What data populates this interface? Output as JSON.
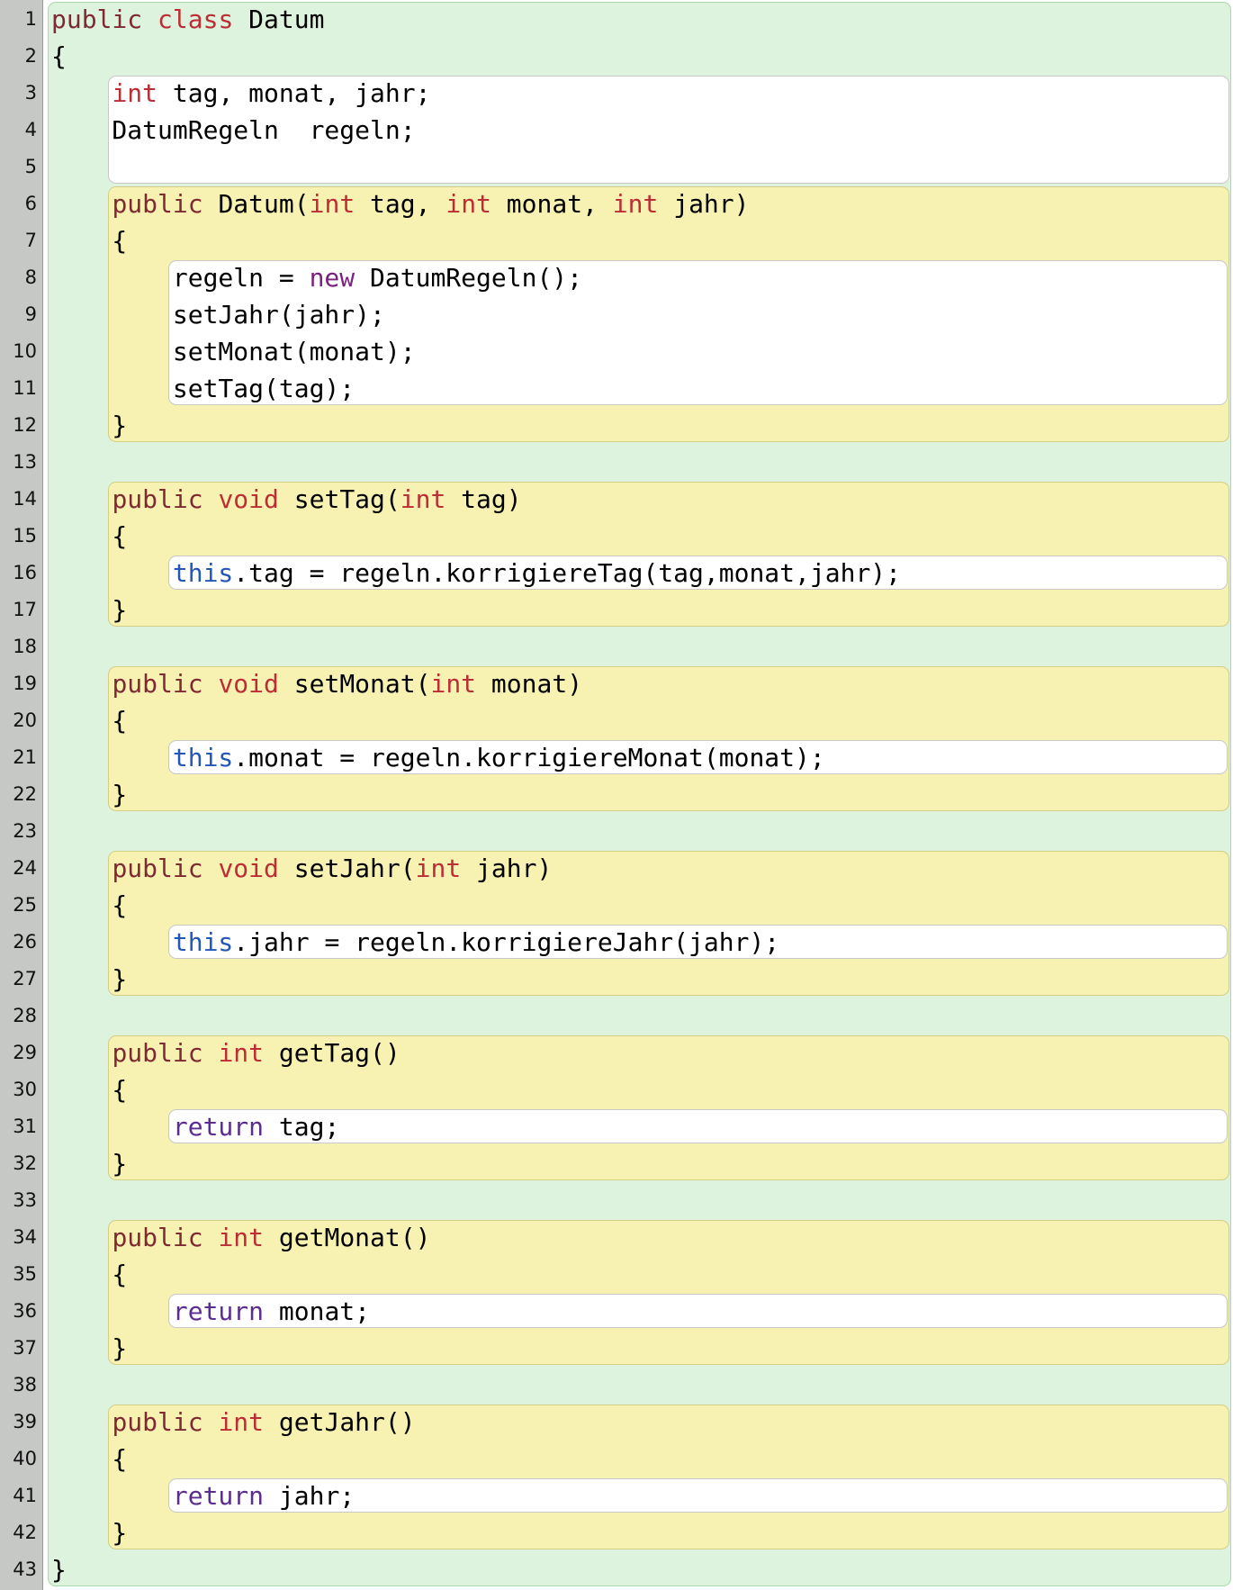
{
  "editor": {
    "app": "code-editor",
    "language": "java",
    "class_name": "Datum",
    "total_lines": 43,
    "colors": {
      "gutter_bg": "#c6c8c6",
      "gutter_border": "#979997",
      "gutter_text": "#111111",
      "class_fill": "#ddf3dd",
      "class_border": "#a9d9a9",
      "method_fill": "#f7f2b2",
      "method_border": "#d5cd85",
      "stmt_fill": "#ffffff",
      "stmt_border": "#c8c8c8",
      "k1": "#7f2a33",
      "k2": "#bc2d34",
      "th": "#2357b5",
      "nw": "#7d1f7d",
      "rt": "#5b2d90",
      "plain": "#000000"
    },
    "scopes": {
      "class_box": {
        "start": 1,
        "end": 43,
        "level": 0,
        "type": "class"
      },
      "boxes": [
        {
          "start": 3,
          "end": 5,
          "level": 1,
          "type": "stmt"
        },
        {
          "start": 6,
          "end": 12,
          "level": 1,
          "type": "method"
        },
        {
          "start": 8,
          "end": 11,
          "level": 2,
          "type": "stmt"
        },
        {
          "start": 14,
          "end": 17,
          "level": 1,
          "type": "method"
        },
        {
          "start": 16,
          "end": 16,
          "level": 2,
          "type": "stmt"
        },
        {
          "start": 19,
          "end": 22,
          "level": 1,
          "type": "method"
        },
        {
          "start": 21,
          "end": 21,
          "level": 2,
          "type": "stmt"
        },
        {
          "start": 24,
          "end": 27,
          "level": 1,
          "type": "method"
        },
        {
          "start": 26,
          "end": 26,
          "level": 2,
          "type": "stmt"
        },
        {
          "start": 29,
          "end": 32,
          "level": 1,
          "type": "method"
        },
        {
          "start": 31,
          "end": 31,
          "level": 2,
          "type": "stmt"
        },
        {
          "start": 34,
          "end": 37,
          "level": 1,
          "type": "method"
        },
        {
          "start": 36,
          "end": 36,
          "level": 2,
          "type": "stmt"
        },
        {
          "start": 39,
          "end": 42,
          "level": 1,
          "type": "method"
        },
        {
          "start": 41,
          "end": 41,
          "level": 2,
          "type": "stmt"
        }
      ]
    },
    "lines": [
      {
        "n": 1,
        "s": [
          [
            "public",
            "k1"
          ],
          [
            " "
          ],
          [
            "class",
            "k2"
          ],
          [
            " Datum"
          ]
        ]
      },
      {
        "n": 2,
        "s": [
          [
            "{"
          ]
        ]
      },
      {
        "n": 3,
        "s": [
          [
            "    "
          ],
          [
            "int",
            "k2"
          ],
          [
            " tag, monat, jahr;"
          ]
        ]
      },
      {
        "n": 4,
        "s": [
          [
            "    DatumRegeln  regeln;"
          ]
        ]
      },
      {
        "n": 5,
        "s": []
      },
      {
        "n": 6,
        "s": [
          [
            "    "
          ],
          [
            "public",
            "k1"
          ],
          [
            " Datum("
          ],
          [
            "int",
            "k2"
          ],
          [
            " tag, "
          ],
          [
            "int",
            "k2"
          ],
          [
            " monat, "
          ],
          [
            "int",
            "k2"
          ],
          [
            " jahr)"
          ]
        ]
      },
      {
        "n": 7,
        "s": [
          [
            "    {"
          ]
        ]
      },
      {
        "n": 8,
        "s": [
          [
            "        regeln = "
          ],
          [
            "new",
            "nw"
          ],
          [
            " DatumRegeln();"
          ]
        ]
      },
      {
        "n": 9,
        "s": [
          [
            "        setJahr(jahr);"
          ]
        ]
      },
      {
        "n": 10,
        "s": [
          [
            "        setMonat(monat);"
          ]
        ]
      },
      {
        "n": 11,
        "s": [
          [
            "        setTag(tag);"
          ]
        ]
      },
      {
        "n": 12,
        "s": [
          [
            "    }"
          ]
        ]
      },
      {
        "n": 13,
        "s": []
      },
      {
        "n": 14,
        "s": [
          [
            "    "
          ],
          [
            "public",
            "k1"
          ],
          [
            " "
          ],
          [
            "void",
            "k2"
          ],
          [
            " setTag("
          ],
          [
            "int",
            "k2"
          ],
          [
            " tag)"
          ]
        ]
      },
      {
        "n": 15,
        "s": [
          [
            "    {"
          ]
        ]
      },
      {
        "n": 16,
        "s": [
          [
            "        "
          ],
          [
            "this",
            "th"
          ],
          [
            ".tag = regeln.korrigiereTag(tag,monat,jahr);"
          ]
        ]
      },
      {
        "n": 17,
        "s": [
          [
            "    }"
          ]
        ]
      },
      {
        "n": 18,
        "s": []
      },
      {
        "n": 19,
        "s": [
          [
            "    "
          ],
          [
            "public",
            "k1"
          ],
          [
            " "
          ],
          [
            "void",
            "k2"
          ],
          [
            " setMonat("
          ],
          [
            "int",
            "k2"
          ],
          [
            " monat)"
          ]
        ]
      },
      {
        "n": 20,
        "s": [
          [
            "    {"
          ]
        ]
      },
      {
        "n": 21,
        "s": [
          [
            "        "
          ],
          [
            "this",
            "th"
          ],
          [
            ".monat = regeln.korrigiereMonat(monat);"
          ]
        ]
      },
      {
        "n": 22,
        "s": [
          [
            "    }"
          ]
        ]
      },
      {
        "n": 23,
        "s": []
      },
      {
        "n": 24,
        "s": [
          [
            "    "
          ],
          [
            "public",
            "k1"
          ],
          [
            " "
          ],
          [
            "void",
            "k2"
          ],
          [
            " setJahr("
          ],
          [
            "int",
            "k2"
          ],
          [
            " jahr)"
          ]
        ]
      },
      {
        "n": 25,
        "s": [
          [
            "    {"
          ]
        ]
      },
      {
        "n": 26,
        "s": [
          [
            "        "
          ],
          [
            "this",
            "th"
          ],
          [
            ".jahr = regeln.korrigiereJahr(jahr);"
          ]
        ]
      },
      {
        "n": 27,
        "s": [
          [
            "    }"
          ]
        ]
      },
      {
        "n": 28,
        "s": []
      },
      {
        "n": 29,
        "s": [
          [
            "    "
          ],
          [
            "public",
            "k1"
          ],
          [
            " "
          ],
          [
            "int",
            "k2"
          ],
          [
            " getTag()"
          ]
        ]
      },
      {
        "n": 30,
        "s": [
          [
            "    {"
          ]
        ]
      },
      {
        "n": 31,
        "s": [
          [
            "        "
          ],
          [
            "return",
            "rt"
          ],
          [
            " tag;"
          ]
        ]
      },
      {
        "n": 32,
        "s": [
          [
            "    }"
          ]
        ]
      },
      {
        "n": 33,
        "s": []
      },
      {
        "n": 34,
        "s": [
          [
            "    "
          ],
          [
            "public",
            "k1"
          ],
          [
            " "
          ],
          [
            "int",
            "k2"
          ],
          [
            " getMonat()"
          ]
        ]
      },
      {
        "n": 35,
        "s": [
          [
            "    {"
          ]
        ]
      },
      {
        "n": 36,
        "s": [
          [
            "        "
          ],
          [
            "return",
            "rt"
          ],
          [
            " monat;"
          ]
        ]
      },
      {
        "n": 37,
        "s": [
          [
            "    }"
          ]
        ]
      },
      {
        "n": 38,
        "s": []
      },
      {
        "n": 39,
        "s": [
          [
            "    "
          ],
          [
            "public",
            "k1"
          ],
          [
            " "
          ],
          [
            "int",
            "k2"
          ],
          [
            " getJahr()"
          ]
        ]
      },
      {
        "n": 40,
        "s": [
          [
            "    {"
          ]
        ]
      },
      {
        "n": 41,
        "s": [
          [
            "        "
          ],
          [
            "return",
            "rt"
          ],
          [
            " jahr;"
          ]
        ]
      },
      {
        "n": 42,
        "s": [
          [
            "    }"
          ]
        ]
      },
      {
        "n": 43,
        "s": [
          [
            "}"
          ]
        ]
      }
    ]
  }
}
